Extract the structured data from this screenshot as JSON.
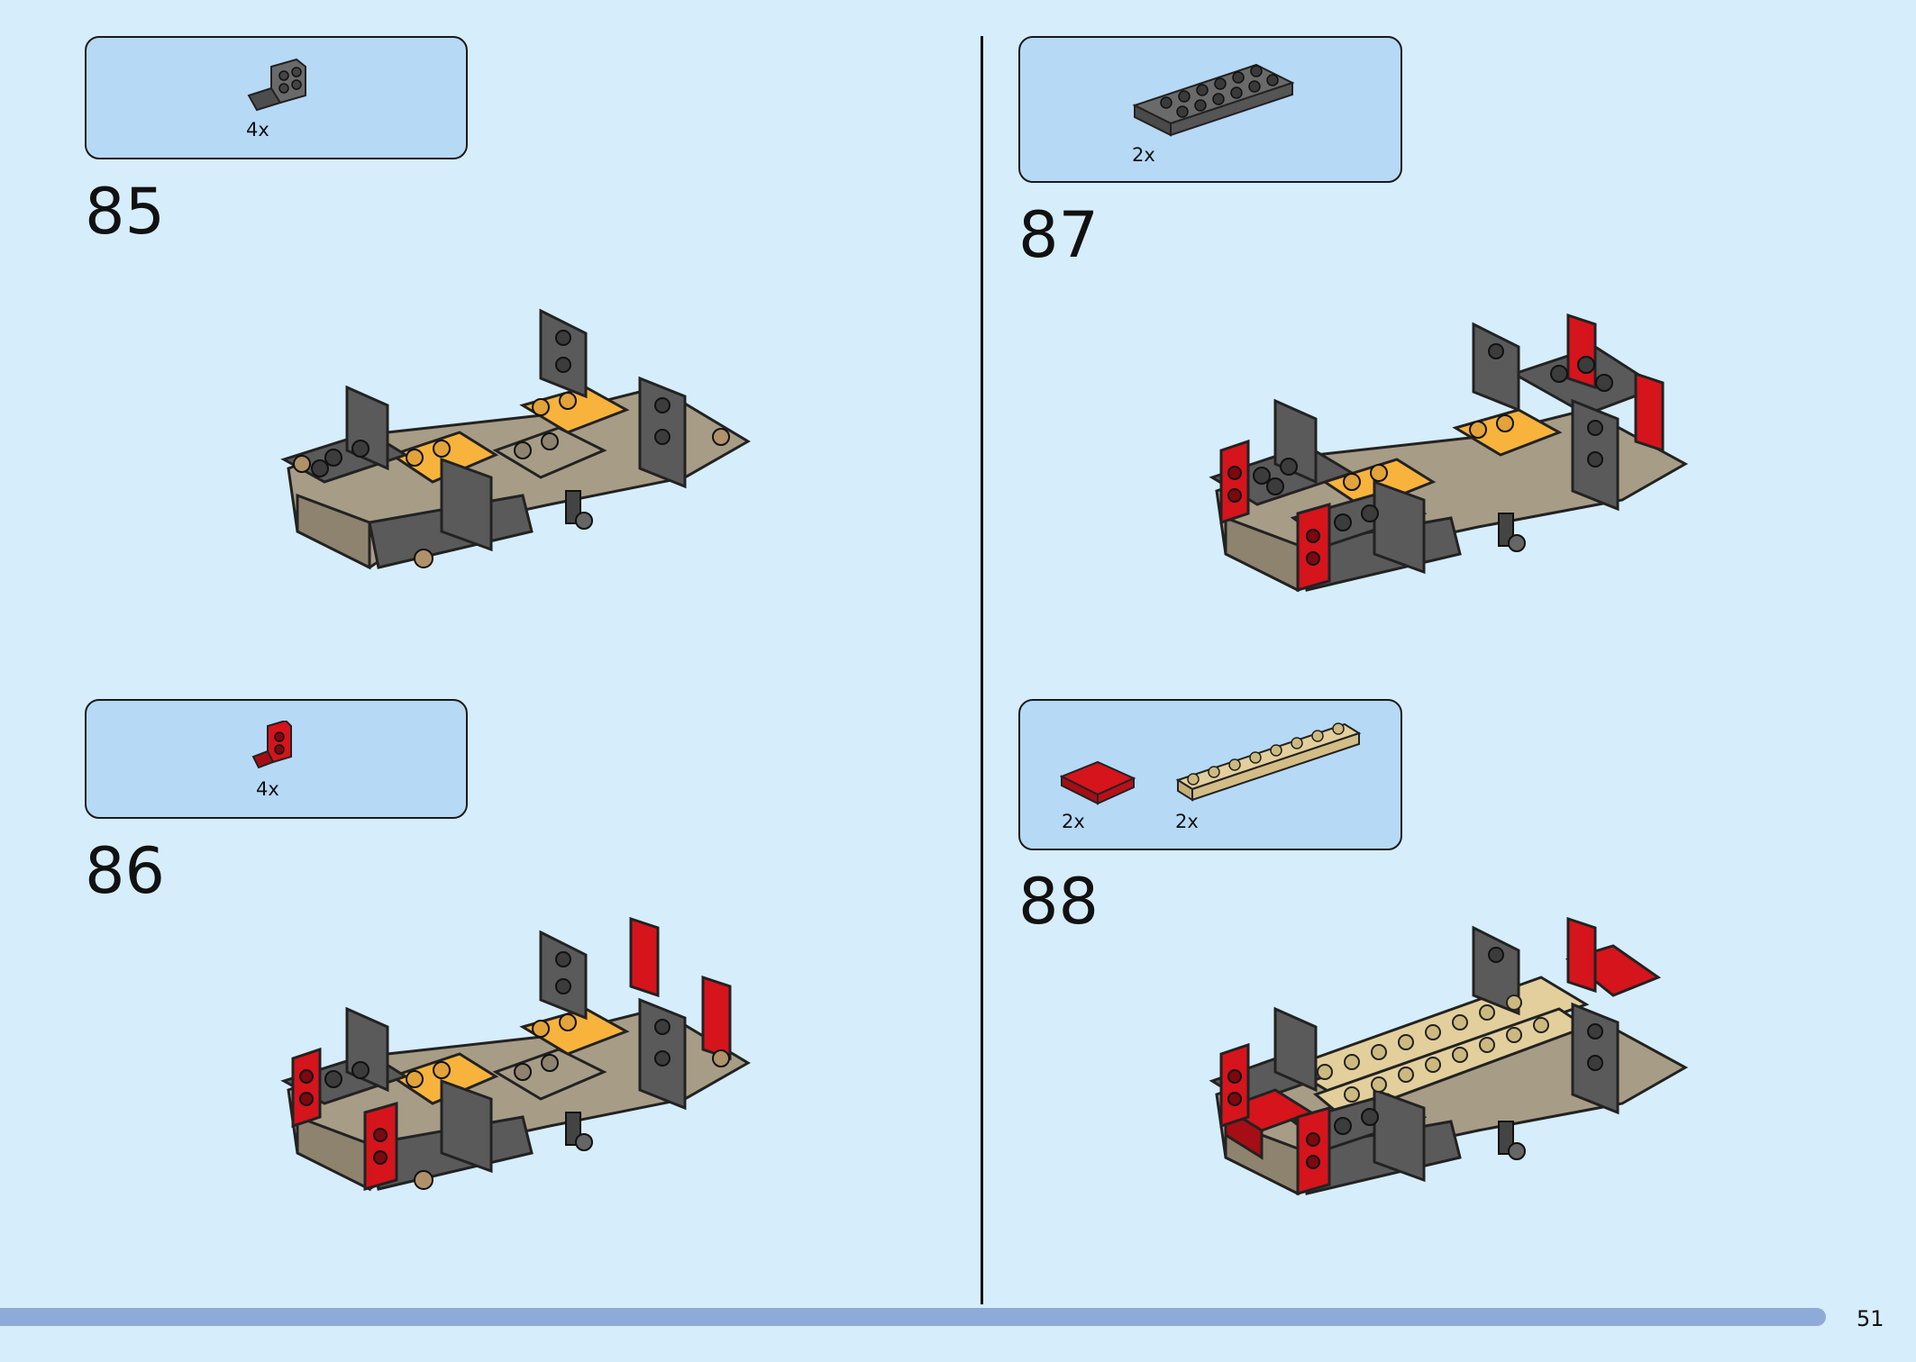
{
  "colors": {
    "background": "#d6edfb",
    "callout": "#b6d9f6",
    "progress_bar": "#8eaad8",
    "dark_gray": "#5a5a5a",
    "light_gray": "#a0a0a0",
    "tan": "#a79c86",
    "yellow": "#f7b33c",
    "red": "#d5141c",
    "beige": "#e2cf9c"
  },
  "steps": [
    {
      "number": "85",
      "parts": [
        {
          "qty": "4x",
          "icon": "dark-gray-bracket-icon"
        }
      ]
    },
    {
      "number": "86",
      "parts": [
        {
          "qty": "4x",
          "icon": "red-bracket-icon"
        }
      ]
    },
    {
      "number": "87",
      "parts": [
        {
          "qty": "2x",
          "icon": "dark-gray-plate-2x6-icon"
        }
      ]
    },
    {
      "number": "88",
      "parts": [
        {
          "qty": "2x",
          "icon": "red-tile-2x2-icon"
        },
        {
          "qty": "2x",
          "icon": "tan-plate-1x8-icon"
        }
      ]
    }
  ],
  "page": {
    "number": "51"
  }
}
